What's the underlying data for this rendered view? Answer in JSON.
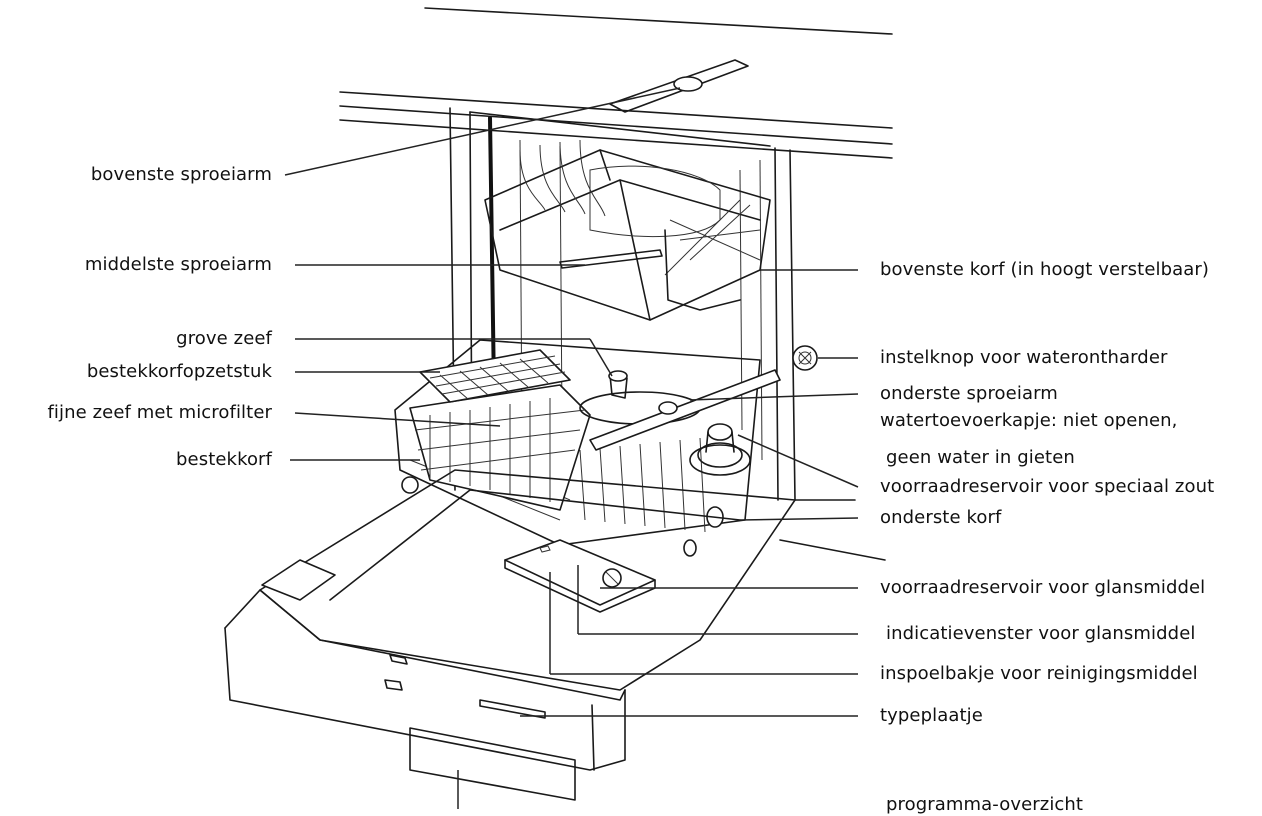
{
  "labels": {
    "bovenste_sproeiarm": "bovenste sproeiarm",
    "middelste_sproeiarm": "middelste sproeiarm",
    "grove_zeef": "grove zeef",
    "bestekkorfopzetstuk": "bestekkorfopzetstuk",
    "fijne_zeef": "fijne zeef met microfilter",
    "bestekkorf": "bestekkorf",
    "bovenste_korf": "bovenste korf (in hoogt verstelbaar)",
    "instelknop": "instelknop voor waterontharder",
    "onderste_sproeiarm": "onderste sproeiarm",
    "watertoevoer_1": "watertoevoerkapje: niet openen,",
    "watertoevoer_2": "geen water in gieten",
    "voorraad_zout": "voorraadreservoir voor speciaal zout",
    "onderste_korf": "onderste korf",
    "voorraad_glansmiddel": "voorraadreservoir voor glansmiddel",
    "indicatievenster": "indicatievenster voor glansmiddel",
    "inspoelbakje": "inspoelbakje voor reinigingsmiddel",
    "typeplaatje": "typeplaatje",
    "programma_overzicht": "programma-overzicht"
  }
}
